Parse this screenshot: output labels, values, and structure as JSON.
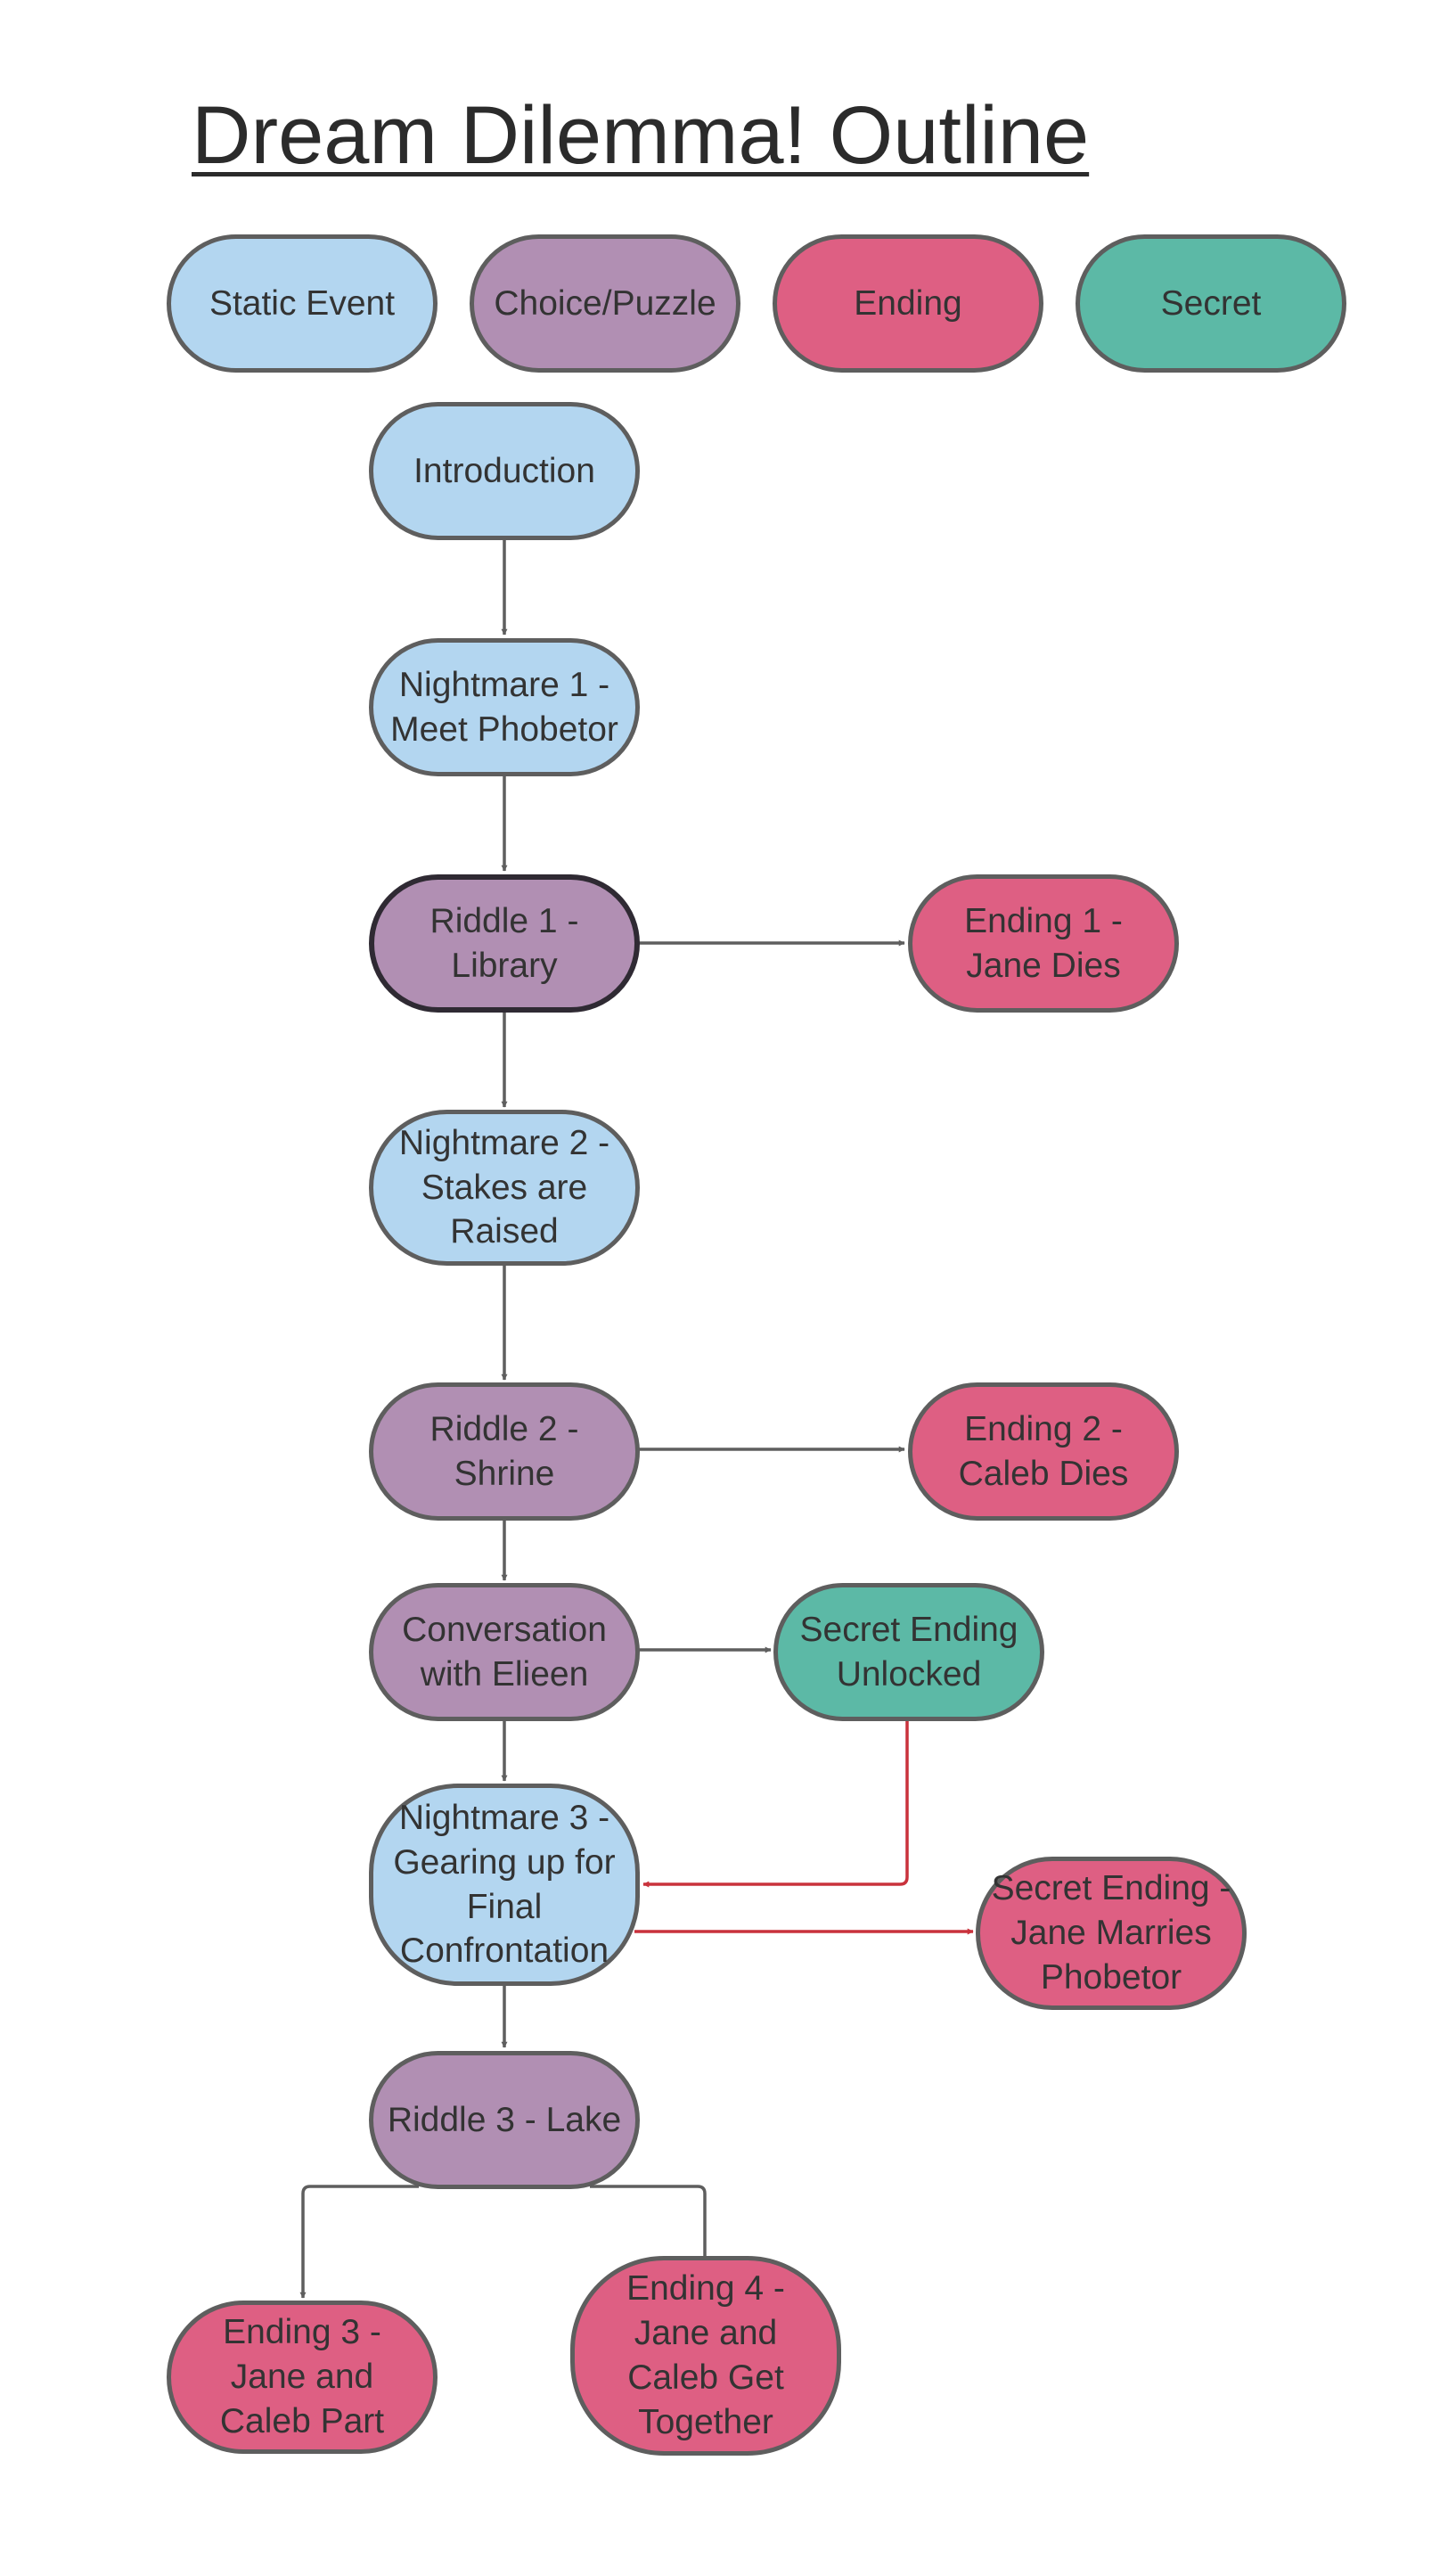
{
  "title": "Dream Dilemma! Outline",
  "colors": {
    "static_event": "#b3d6f0",
    "choice_puzzle": "#b18fb3",
    "ending": "#de5f83",
    "secret": "#5cb9a6",
    "border": "#5e5e5e",
    "connector": "#5e5e5e",
    "secret_connector": "#c9323c"
  },
  "legend": {
    "static_event": "Static Event",
    "choice_puzzle": "Choice/Puzzle",
    "ending": "Ending",
    "secret": "Secret"
  },
  "nodes": {
    "introduction": "Introduction",
    "nightmare1": "Nightmare 1 - Meet Phobetor",
    "riddle1": "Riddle 1 - Library",
    "ending1": "Ending 1 - Jane Dies",
    "nightmare2": "Nightmare 2 - Stakes are Raised",
    "riddle2": "Riddle 2 - Shrine",
    "ending2": "Ending 2 - Caleb Dies",
    "conversation": "Conversation with Elieen",
    "secret_unlocked": "Secret Ending Unlocked",
    "nightmare3": "Nightmare 3 - Gearing up for Final Confrontation",
    "secret_ending": "Secret Ending - Jane Marries Phobetor",
    "riddle3": "Riddle 3 - Lake",
    "ending3": "Ending 3 - Jane and Caleb Part",
    "ending4": "Ending 4 - Jane and Caleb Get Together"
  }
}
